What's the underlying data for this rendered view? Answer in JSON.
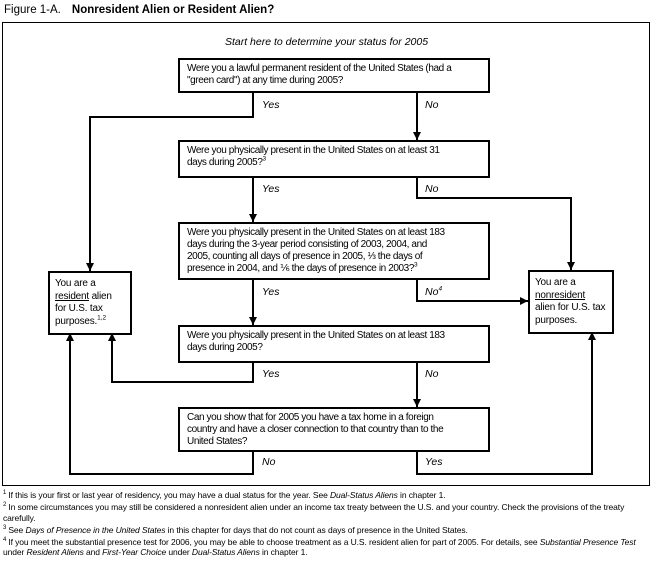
{
  "figure": {
    "label": "Figure 1-A.",
    "title": "Nonresident Alien or Resident Alien?"
  },
  "flowchart": {
    "start_text": "Start here to determine your status for 2005",
    "questions": {
      "q1": {
        "lines": [
          "Were you a lawful permanent resident of the United States (had a",
          "\"green card\") at any time during 2005?"
        ],
        "sup": ""
      },
      "q2": {
        "lines": [
          "Were you physically present in the United States on at least 31",
          "days during 2005?"
        ],
        "sup": "3"
      },
      "q3": {
        "lines": [
          "Were you physically present in the United States on at least 183",
          "days during the 3-year period consisting of 2003, 2004, and",
          "2005, counting all days of presence in 2005, ⅓ the days of",
          "presence in 2004, and ⅙ the days of presence in 2003?"
        ],
        "sup": "3"
      },
      "q4": {
        "lines": [
          "Were you physically present in the United States on at least 183",
          "days during 2005?"
        ],
        "sup": ""
      },
      "q5": {
        "lines": [
          "Can you show that for 2005 you have a tax home in a foreign",
          "country and have a closer connection to that country than to the",
          "United States?"
        ],
        "sup": ""
      }
    },
    "branches": {
      "q1_yes": "Yes",
      "q1_no": "No",
      "q2_yes": "Yes",
      "q2_no": "No",
      "q3_yes": "Yes",
      "q3_no": "No",
      "q3_no_sup": "4",
      "q4_yes": "Yes",
      "q4_no": "No",
      "q5_no": "No",
      "q5_yes": "Yes"
    },
    "results": {
      "resident": {
        "pre": "You are a ",
        "emph": "resident",
        "post": " alien for U.S. tax purposes.",
        "sup": "1,2"
      },
      "nonresident": {
        "pre": "You are a ",
        "emph": "nonresident",
        "post": " alien for U.S. tax purposes.",
        "sup": ""
      }
    }
  },
  "footnotes": [
    {
      "marker": "1",
      "segments": [
        {
          "t": "If this is your first or last year of residency, you may have a dual status for the year. See "
        },
        {
          "t": "Dual-Status Aliens",
          "i": true
        },
        {
          "t": " in chapter 1."
        }
      ]
    },
    {
      "marker": "2",
      "segments": [
        {
          "t": "In some circumstances you may still be considered a nonresident alien under an income tax treaty between the U.S. and your country. Check the provisions of the treaty carefully."
        }
      ]
    },
    {
      "marker": "3",
      "segments": [
        {
          "t": "See "
        },
        {
          "t": "Days of Presence in the United States",
          "i": true
        },
        {
          "t": " in this chapter for days that do not count as days of presence in the United States."
        }
      ]
    },
    {
      "marker": "4",
      "segments": [
        {
          "t": "If you meet the substantial presence test for 2006, you may be able to choose treatment as a U.S. resident alien for part of 2005. For details, see "
        },
        {
          "t": "Substantial Presence Test",
          "i": true
        },
        {
          "t": " under "
        },
        {
          "t": "Resident Aliens",
          "i": true
        },
        {
          "t": " and "
        },
        {
          "t": "First-Year Choice",
          "i": true
        },
        {
          "t": " under "
        },
        {
          "t": "Dual-Status Aliens",
          "i": true
        },
        {
          "t": " in chapter 1."
        }
      ]
    }
  ]
}
